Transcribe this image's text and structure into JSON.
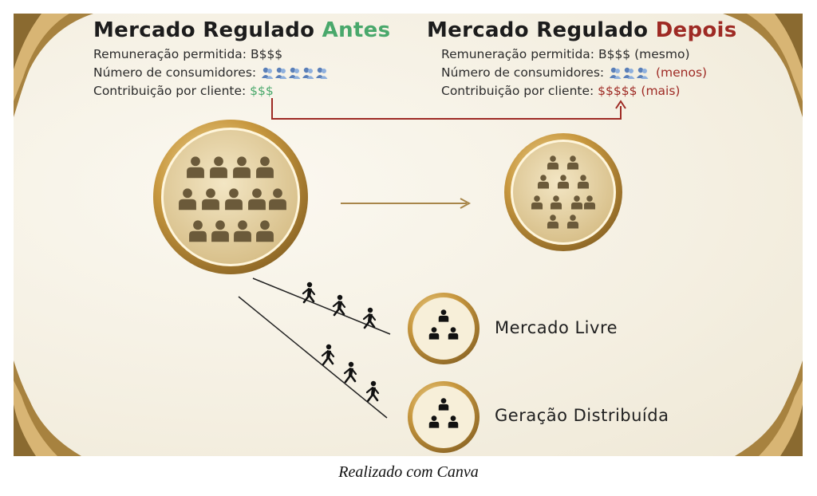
{
  "before": {
    "title_main": "Mercado Regulado ",
    "title_accent": "Antes",
    "rows": [
      {
        "label": "Remuneração permitida: ",
        "value": "B$$$"
      },
      {
        "label": "Número de consumidores: ",
        "value": ""
      },
      {
        "label": "Contribuição por cliente: ",
        "value": "$$$"
      }
    ],
    "consumer_icon_count": 5
  },
  "after": {
    "title_main": "Mercado  Regulado ",
    "title_accent": "Depois",
    "rows": [
      {
        "label": "Remuneração permitida: ",
        "value": "B$$$ (mesmo)"
      },
      {
        "label": "Número de consumidores: ",
        "value": "(menos)"
      },
      {
        "label": "Contribuição por cliente: ",
        "value": "$$$$$ (mais)"
      }
    ],
    "consumer_icon_count": 3
  },
  "groups": [
    {
      "label": "Mercado Livre"
    },
    {
      "label": "Geração Distribuída"
    }
  ],
  "caption": "Realizado com Canva",
  "colors": {
    "green": "#49a86b",
    "red": "#9e2a24",
    "gold": "#c79a45",
    "arrow": "#a8864a"
  }
}
